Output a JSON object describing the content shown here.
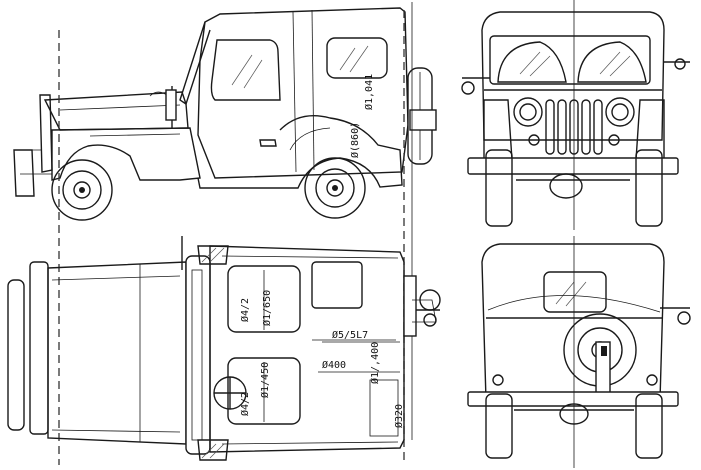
{
  "drawing": {
    "views": [
      "side",
      "front",
      "top",
      "rear"
    ],
    "dimensions": {
      "side_height": "Ø1,041",
      "side_seat": "Ø(860)",
      "top_front_seat_left": "Ø4/2",
      "top_front_seat_right": "Ø1/650",
      "top_cargo_upper": "Ø5/5L7",
      "top_cargo_mid": "Ø400",
      "top_cargo_side": "Ø1/,400",
      "top_rear_seat_left": "Ø4/2",
      "top_rear_seat_right": "Ø1/450",
      "top_rear_corner": "Ø320"
    }
  }
}
